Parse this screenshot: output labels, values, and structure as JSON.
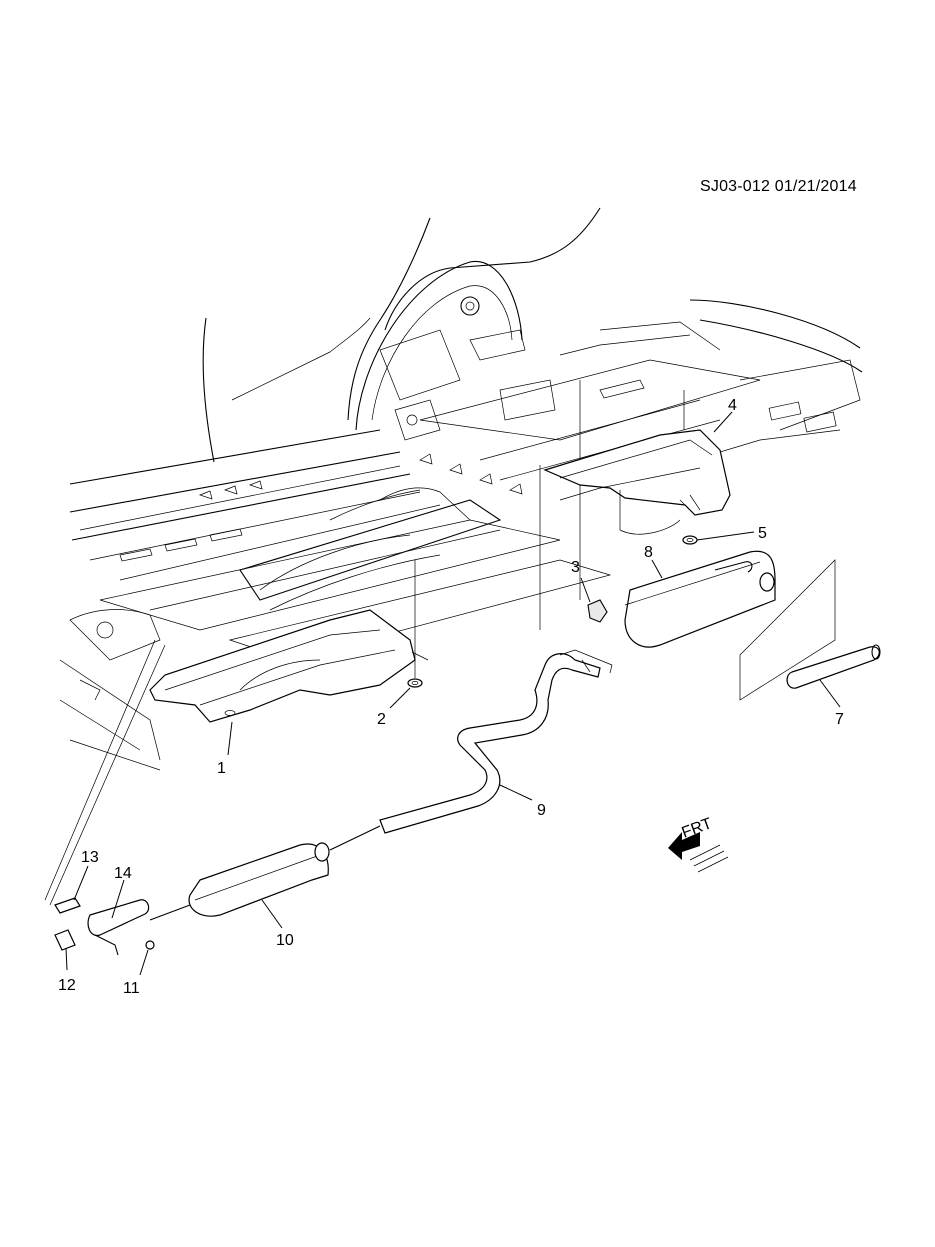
{
  "diagram": {
    "reference": "SJ03-012 01/21/2014",
    "front_marker": "FRT",
    "callouts": [
      "1",
      "2",
      "3",
      "4",
      "5",
      "7",
      "8",
      "9",
      "10",
      "11",
      "12",
      "13",
      "14"
    ]
  }
}
